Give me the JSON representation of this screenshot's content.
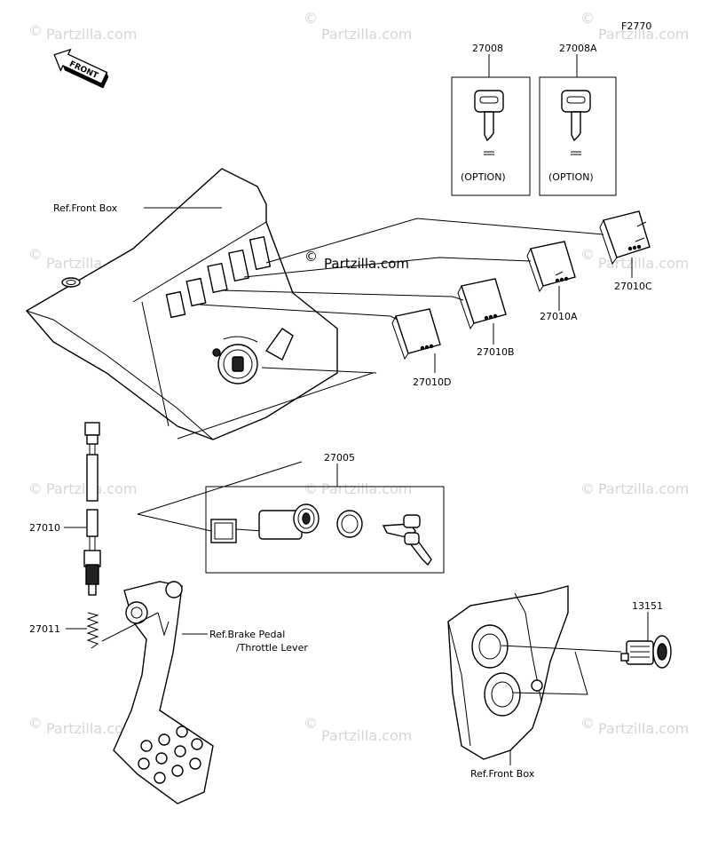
{
  "figure_code": "F2770",
  "front_arrow": "FRONT",
  "watermark": "Partzilla.com",
  "center_watermark": "Partzilla.com",
  "copyright_symbol": "©",
  "parts": {
    "key": "27008",
    "key_a": "27008A",
    "option_label": "(OPTION)",
    "switch_c": "27010C",
    "switch_a": "27010A",
    "switch_b": "27010B",
    "switch_d": "27010D",
    "ignition_switch": "27005",
    "brake_switch": "27010",
    "spring": "27011",
    "socket": "13151"
  },
  "refs": {
    "front_box_top": "Ref.Front Box",
    "brake_pedal_line1": "Ref.Brake Pedal",
    "brake_pedal_line2": "/Throttle Lever",
    "front_box_bottom": "Ref.Front Box"
  }
}
